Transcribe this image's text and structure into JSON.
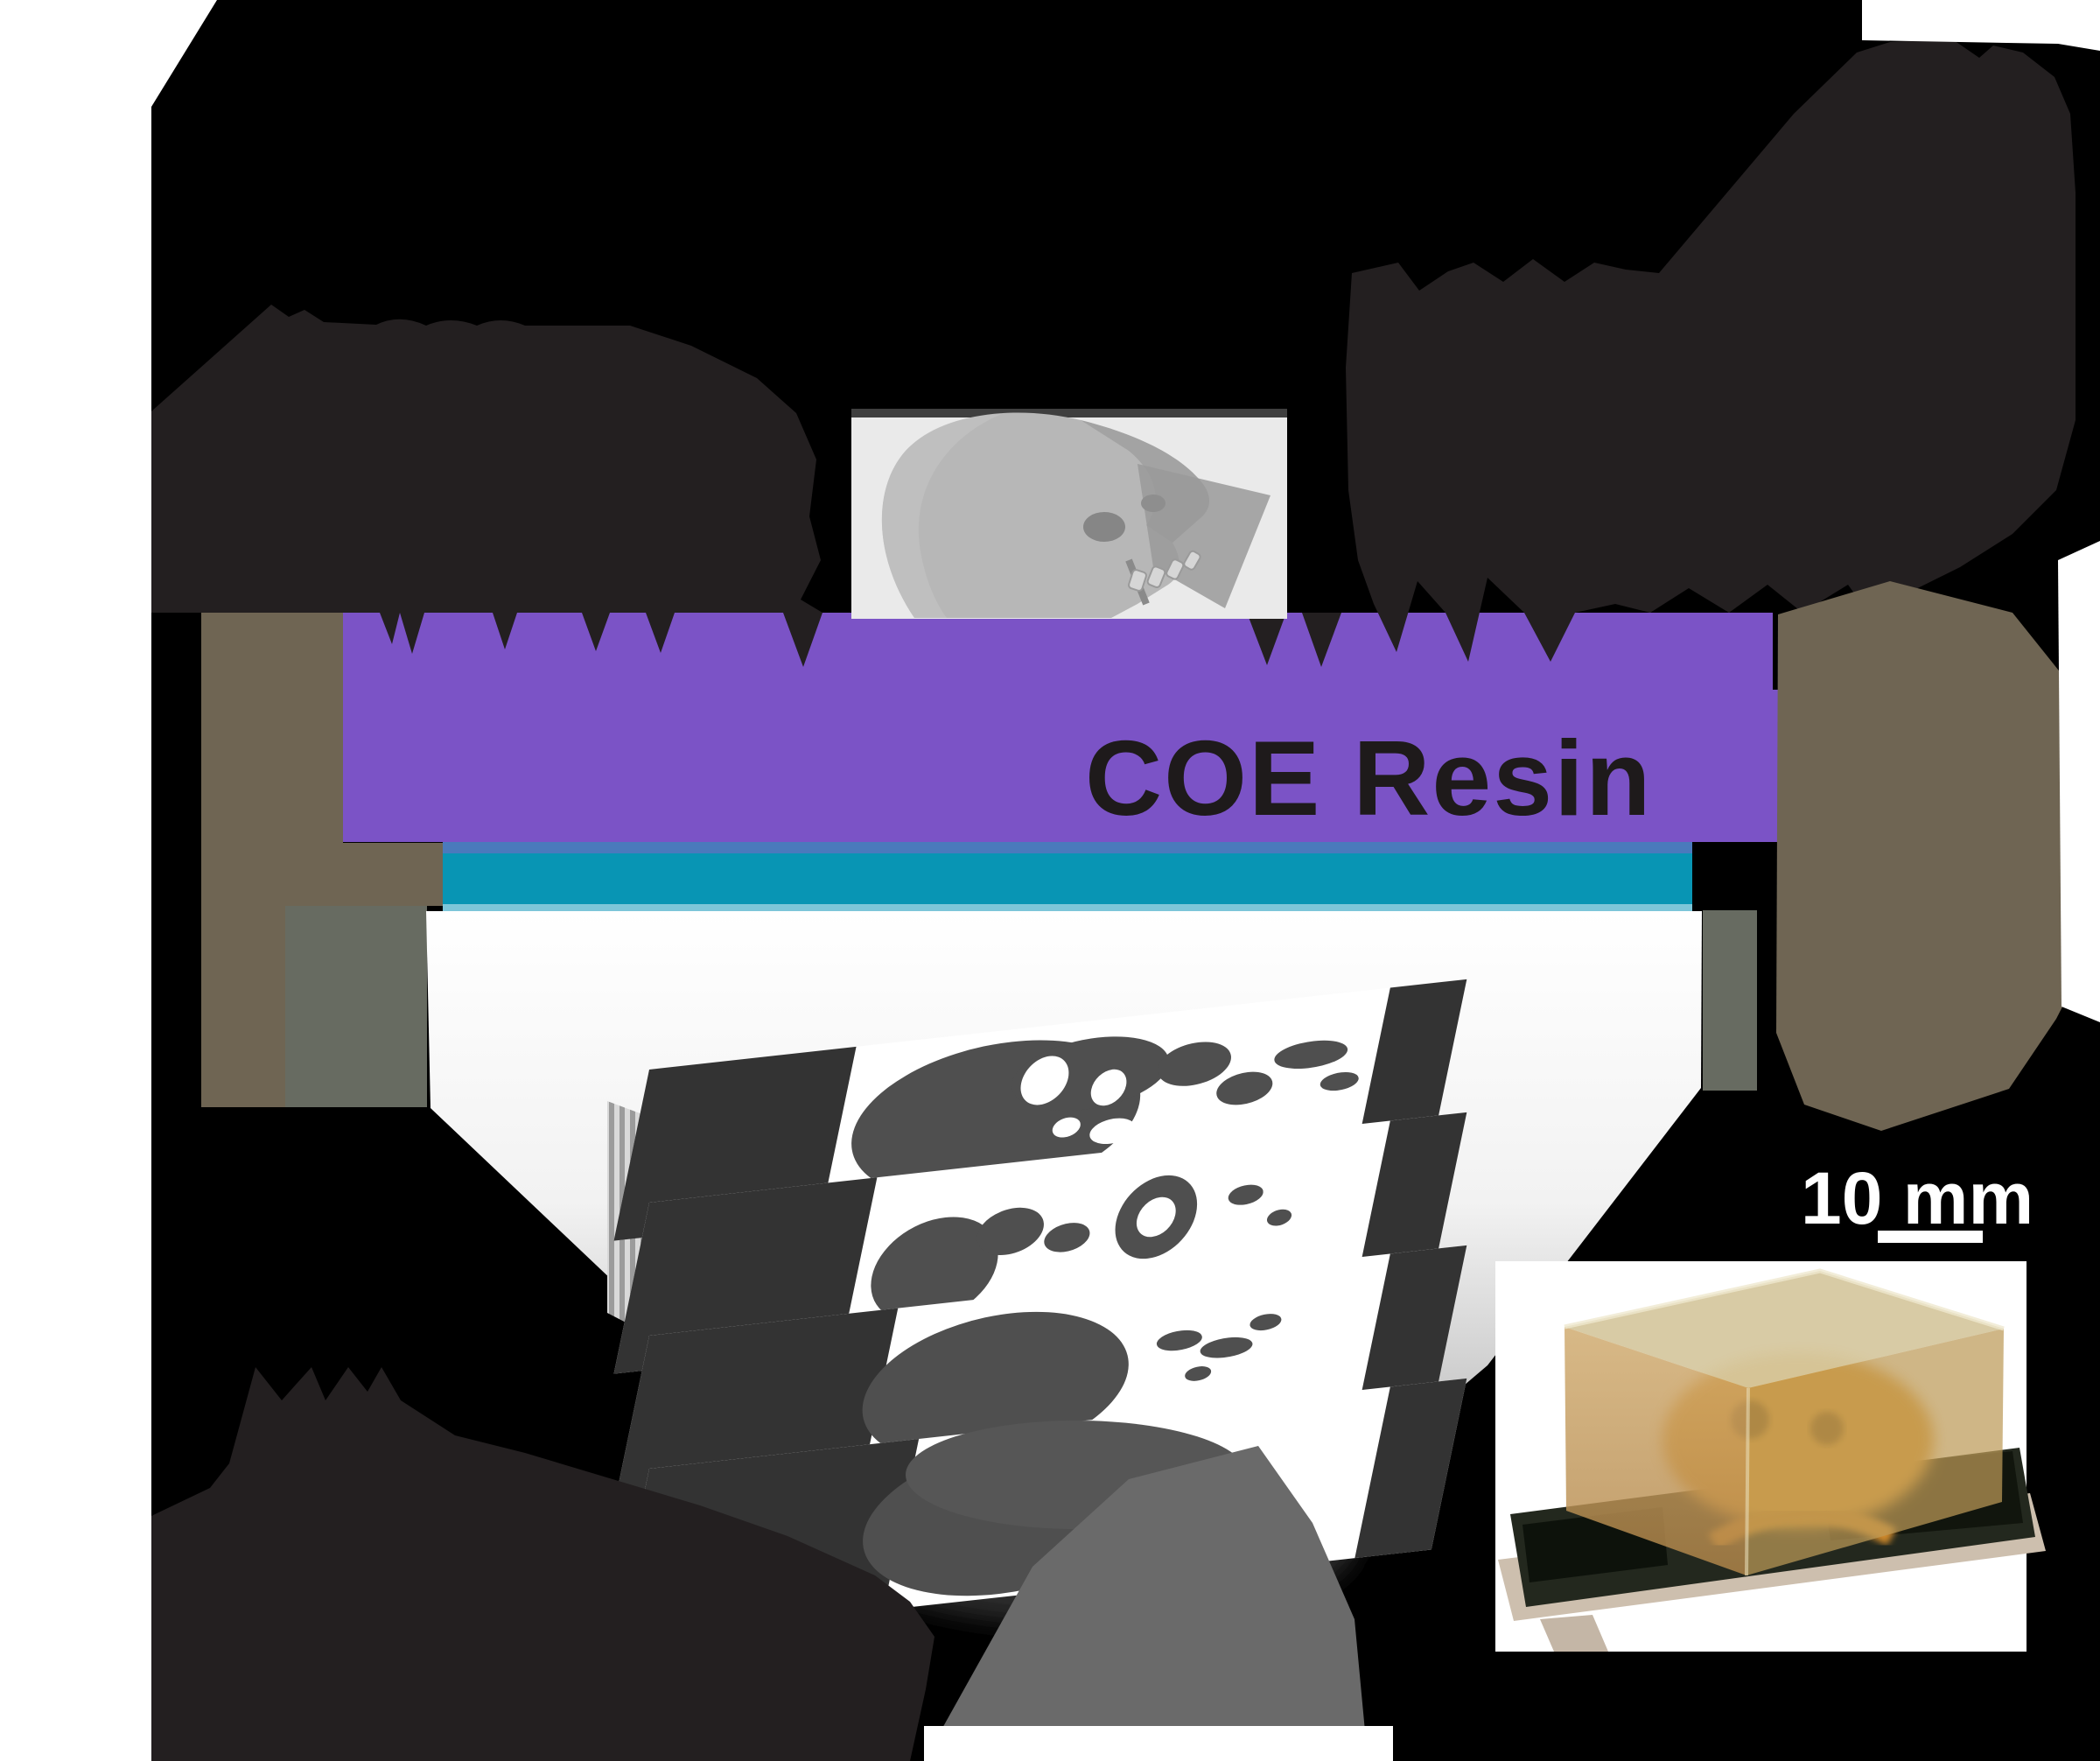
{
  "figure": {
    "kind": "3d-printing-process-diagram",
    "background_color": "#000000",
    "page_margin_color": "#ffffff"
  },
  "palette": {
    "ghost_label_silhouette": "#231f20",
    "resin_purple": "#7b53c6",
    "vat_wall_tan": "#6f6553",
    "vat_wall_gray": "#676b61",
    "window_edge_blue": "#4a7abc",
    "window_teal": "#0895b4",
    "window_glow": "#7dc6d9",
    "beam_white": "#ffffff",
    "shadow_gray": "#3c3c3c",
    "mountain_gray": "#6a6a6a",
    "panel_gray": "#eaeaea",
    "platform_bar": "#3f3f3f",
    "mask_ink": "#4f4f4f",
    "label_ink": "#1e1a1b",
    "scale_text_white": "#ffffff"
  },
  "vat": {
    "resin_label": "COE Resin"
  },
  "model_panel": {
    "icon": "skull-3d-model",
    "description": "gray rendered human skull, profile view"
  },
  "mask_stack": {
    "count": 4,
    "slices": [
      {
        "name": "mask-slice-1",
        "pattern": "skull cross-section with eye-socket holes and jaw fragments"
      },
      {
        "name": "mask-slice-2",
        "pattern": "small lobed blobs with ring and specks"
      },
      {
        "name": "mask-slice-3",
        "pattern": "large solid ellipse with small specks"
      },
      {
        "name": "mask-slice-4",
        "pattern": "large solid ellipse"
      }
    ]
  },
  "photo": {
    "scale_bar_label": "10 mm",
    "content": "translucent amber resin block with printed orange skull on dark platform"
  }
}
